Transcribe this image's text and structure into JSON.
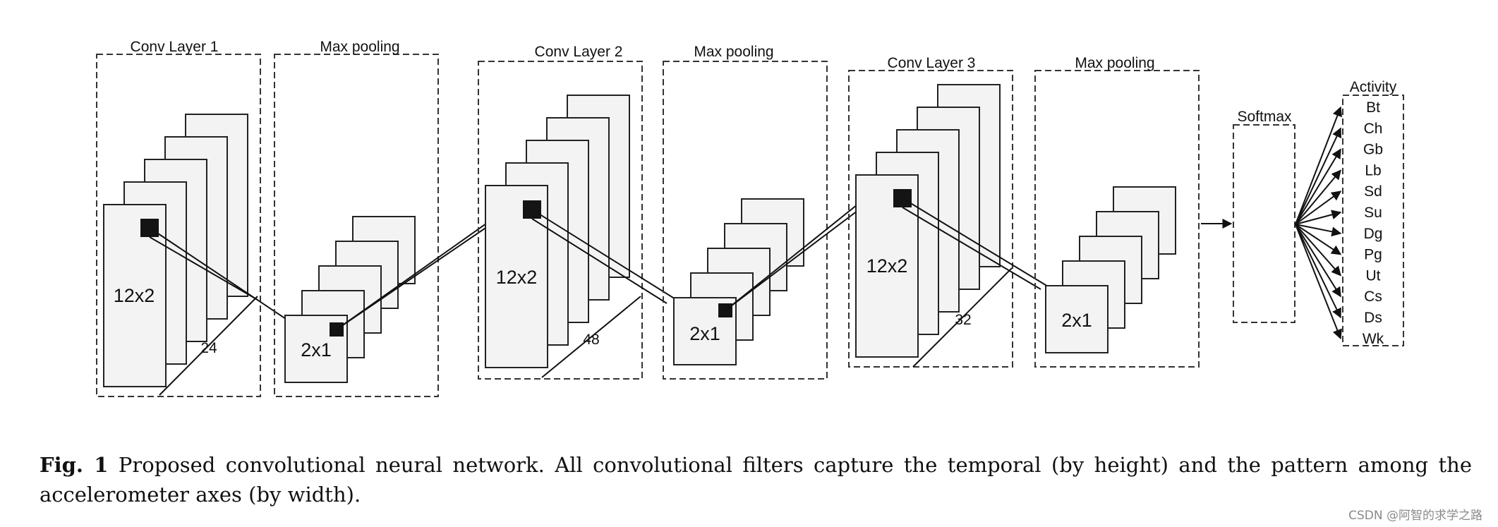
{
  "figure": {
    "sections": [
      {
        "title": "Conv Layer 1",
        "dim_label": "12x2",
        "count_label": "24"
      },
      {
        "title": "Max pooling",
        "dim_label": "2x1"
      },
      {
        "title": "Conv Layer 2",
        "dim_label": "12x2",
        "count_label": "48"
      },
      {
        "title": "Max pooling",
        "dim_label": "2x1"
      },
      {
        "title": "Conv Layer 3",
        "dim_label": "12x2",
        "count_label": "32"
      },
      {
        "title": "Max pooling",
        "dim_label": "2x1"
      },
      {
        "title": "Softmax"
      }
    ],
    "activity": {
      "title": "Activity",
      "labels": [
        "Bt",
        "Ch",
        "Gb",
        "Lb",
        "Sd",
        "Su",
        "Dg",
        "Pg",
        "Ut",
        "Cs",
        "Ds",
        "Wk"
      ]
    }
  },
  "caption": {
    "label": "Fig. 1",
    "text": "Proposed convolutional neural network. All convolutional filters capture the temporal (by height) and the pattern among the accelerometer axes (by width)."
  },
  "watermark": "CSDN @阿智的求学之路",
  "colors": {
    "map_fill": "#f3f3f3",
    "stroke": "#222222",
    "kernel": "#141414"
  }
}
